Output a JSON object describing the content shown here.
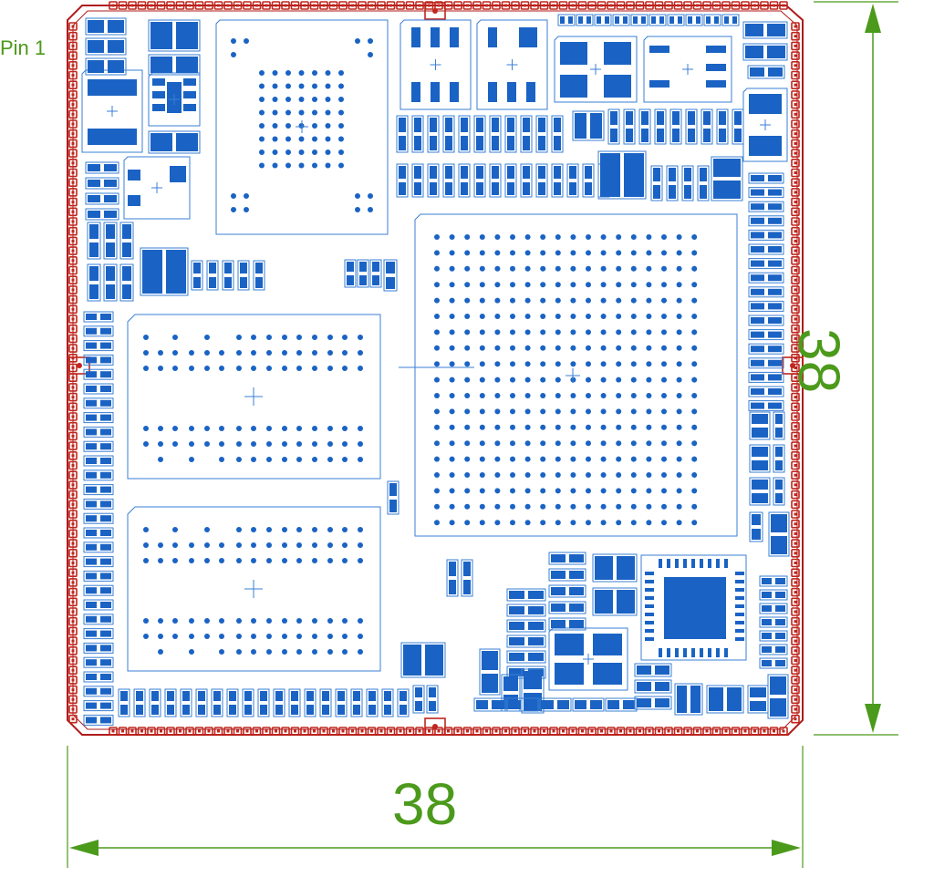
{
  "labels": {
    "pin1": "Pin 1",
    "width": "38",
    "height": "38"
  },
  "colors": {
    "background": "#ffffff",
    "pad_blue": "#1a63c4",
    "outline_blue": "#3a7fd5",
    "board_outline": "#b01b1b",
    "castellated_pad": "#c0261e",
    "dimension_green": "#4c9a1c"
  },
  "components": [
    {
      "name": "bga-soc",
      "type": "bga",
      "ball_rows": 19,
      "ball_cols": 18
    },
    {
      "name": "ddr-chip-top",
      "type": "bga"
    },
    {
      "name": "ddr-chip-bottom",
      "type": "bga"
    },
    {
      "name": "pmic-bga",
      "type": "bga",
      "ball_rows": 8,
      "ball_cols": 7
    },
    {
      "name": "qfn-ic",
      "type": "qfn"
    }
  ]
}
